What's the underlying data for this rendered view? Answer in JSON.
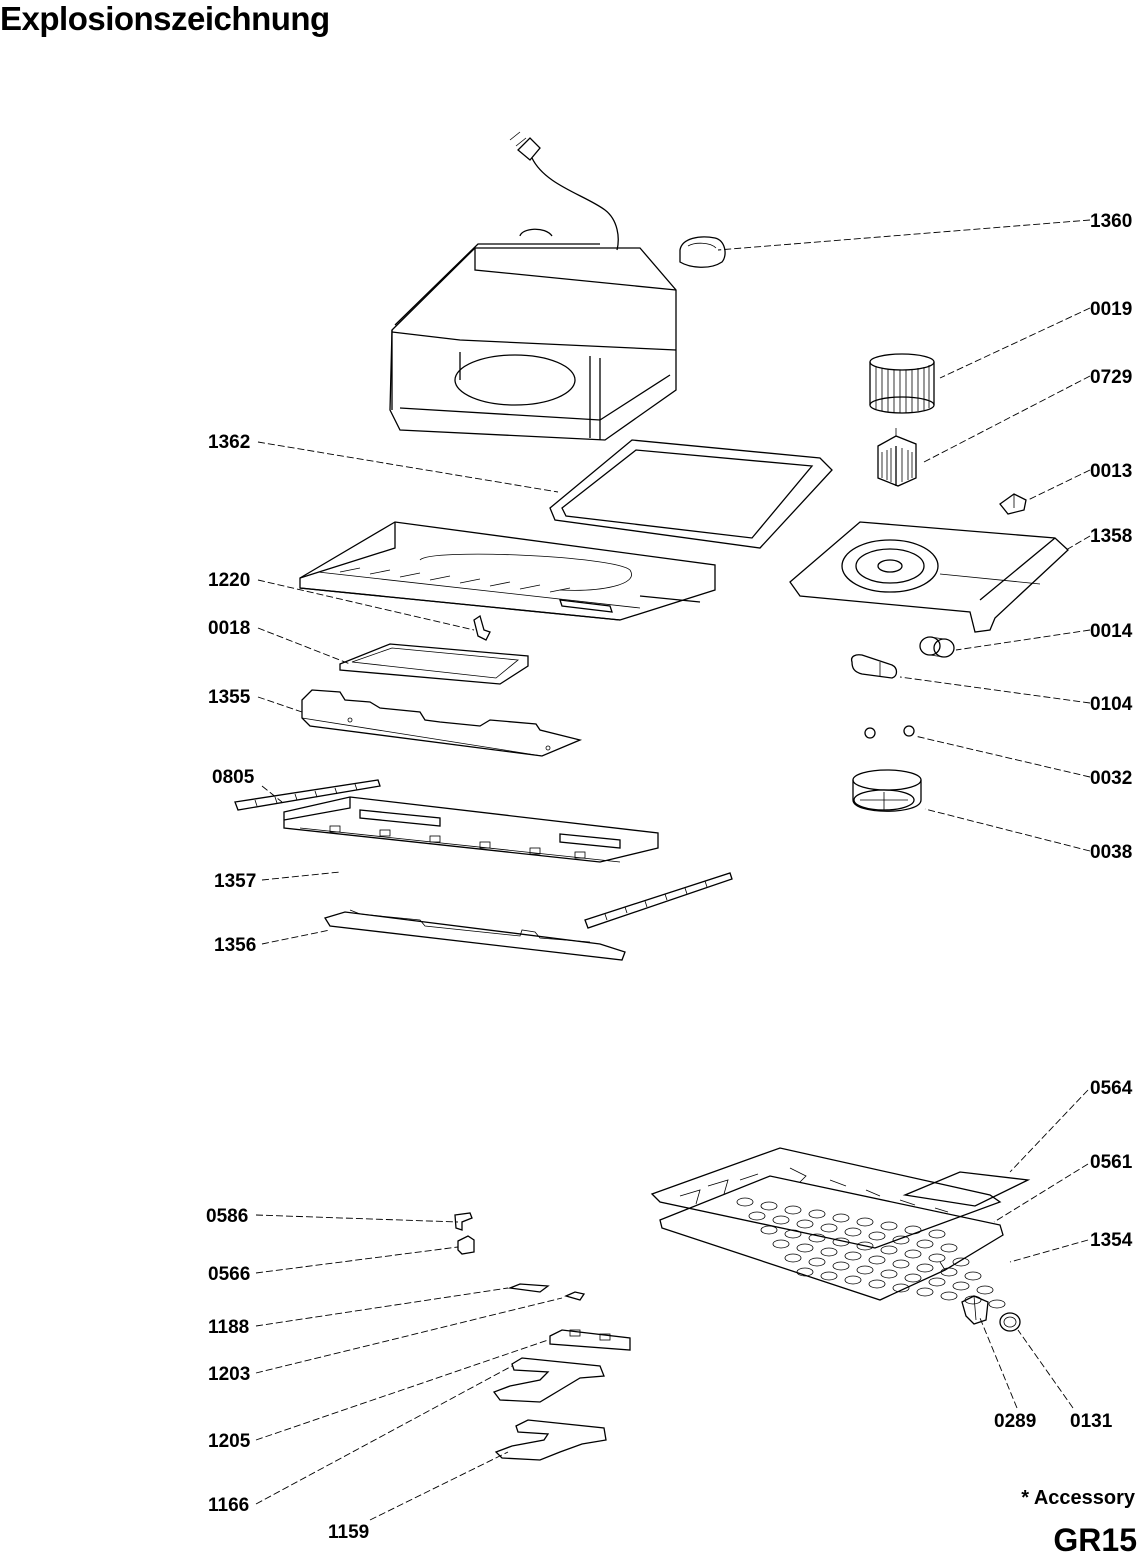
{
  "title": "Explosionszeichnung",
  "accessory_note": "* Accessory",
  "page_code": "GR15",
  "labels": [
    {
      "id": "1360",
      "text": "1360"
    },
    {
      "id": "0019",
      "text": "0019"
    },
    {
      "id": "0729",
      "text": "0729"
    },
    {
      "id": "0013",
      "text": "0013"
    },
    {
      "id": "1358",
      "text": "1358"
    },
    {
      "id": "0014",
      "text": "0014"
    },
    {
      "id": "0104",
      "text": "0104"
    },
    {
      "id": "0032",
      "text": "0032"
    },
    {
      "id": "0038",
      "text": "0038"
    },
    {
      "id": "1362",
      "text": "1362"
    },
    {
      "id": "1220",
      "text": "1220"
    },
    {
      "id": "0018",
      "text": "0018"
    },
    {
      "id": "1355",
      "text": "1355"
    },
    {
      "id": "0805",
      "text": "0805"
    },
    {
      "id": "1357",
      "text": "1357"
    },
    {
      "id": "1356",
      "text": "1356"
    },
    {
      "id": "0564",
      "text": "0564"
    },
    {
      "id": "0561",
      "text": "0561"
    },
    {
      "id": "1354",
      "text": "1354"
    },
    {
      "id": "0586",
      "text": "0586"
    },
    {
      "id": "0566",
      "text": "0566"
    },
    {
      "id": "1188",
      "text": "1188"
    },
    {
      "id": "1203",
      "text": "1203"
    },
    {
      "id": "1205",
      "text": "1205"
    },
    {
      "id": "1166",
      "text": "1166"
    },
    {
      "id": "1159",
      "text": "1159"
    },
    {
      "id": "0289",
      "text": "0289"
    },
    {
      "id": "0131",
      "text": "0131"
    }
  ]
}
